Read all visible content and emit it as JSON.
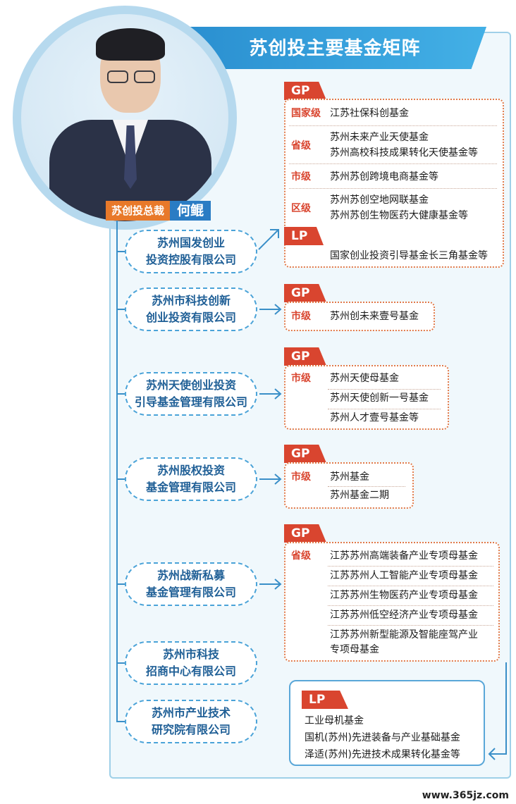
{
  "title": "苏创投主要基金矩阵",
  "executive": {
    "role": "苏创投总裁",
    "name": "何鲲"
  },
  "companies": [
    {
      "line1": "苏州国发创业",
      "line2": "投资控股有限公司"
    },
    {
      "line1": "苏州市科技创新",
      "line2": "创业投资有限公司"
    },
    {
      "line1": "苏州天使创业投资",
      "line2": "引导基金管理有限公司"
    },
    {
      "line1": "苏州股权投资",
      "line2": "基金管理有限公司"
    },
    {
      "line1": "苏州战新私募",
      "line2": "基金管理有限公司"
    },
    {
      "line1": "苏州市科技",
      "line2": "招商中心有限公司"
    },
    {
      "line1": "苏州市产业技术",
      "line2": "研究院有限公司"
    }
  ],
  "fund_groups": {
    "g1": {
      "gp": "GP",
      "levels": [
        {
          "label": "国家级",
          "funds": [
            "江苏社保科创基金"
          ]
        },
        {
          "label": "省级",
          "funds": [
            "苏州未来产业天使基金",
            "苏州高校科技成果转化天使基金等"
          ]
        },
        {
          "label": "市级",
          "funds": [
            "苏州苏创跨境电商基金等"
          ]
        },
        {
          "label": "区级",
          "funds": [
            "苏州苏创空地网联基金",
            "苏州苏创生物医药大健康基金等"
          ]
        }
      ],
      "lp": "LP",
      "lp_funds": [
        "国家创业投资引导基金长三角基金等"
      ]
    },
    "g2": {
      "gp": "GP",
      "level": "市级",
      "funds": [
        "苏州创未来壹号基金"
      ]
    },
    "g3": {
      "gp": "GP",
      "level": "市级",
      "funds": [
        "苏州天使母基金",
        "苏州天使创新一号基金",
        "苏州人才壹号基金等"
      ]
    },
    "g4": {
      "gp": "GP",
      "level": "市级",
      "funds": [
        "苏州基金",
        "苏州基金二期"
      ]
    },
    "g5": {
      "gp": "GP",
      "level": "省级",
      "funds": [
        "江苏苏州高端装备产业专项母基金",
        "江苏苏州人工智能产业专项母基金",
        "江苏苏州生物医药产业专项母基金",
        "江苏苏州低空经济产业专项母基金",
        "江苏苏州新型能源及智能座驾产业",
        "专项母基金"
      ]
    },
    "g6": {
      "lp": "LP",
      "funds": [
        "工业母机基金",
        "国机(苏州)先进装备与产业基础基金",
        "泽适(苏州)先进技术成果转化基金等"
      ]
    }
  },
  "watermark": "www.365jz.com",
  "colors": {
    "gp_tag": "#d9452f",
    "company_border": "#4aa3d8",
    "company_text": "#1f5f96",
    "title_bar": "#2a8fd0"
  }
}
